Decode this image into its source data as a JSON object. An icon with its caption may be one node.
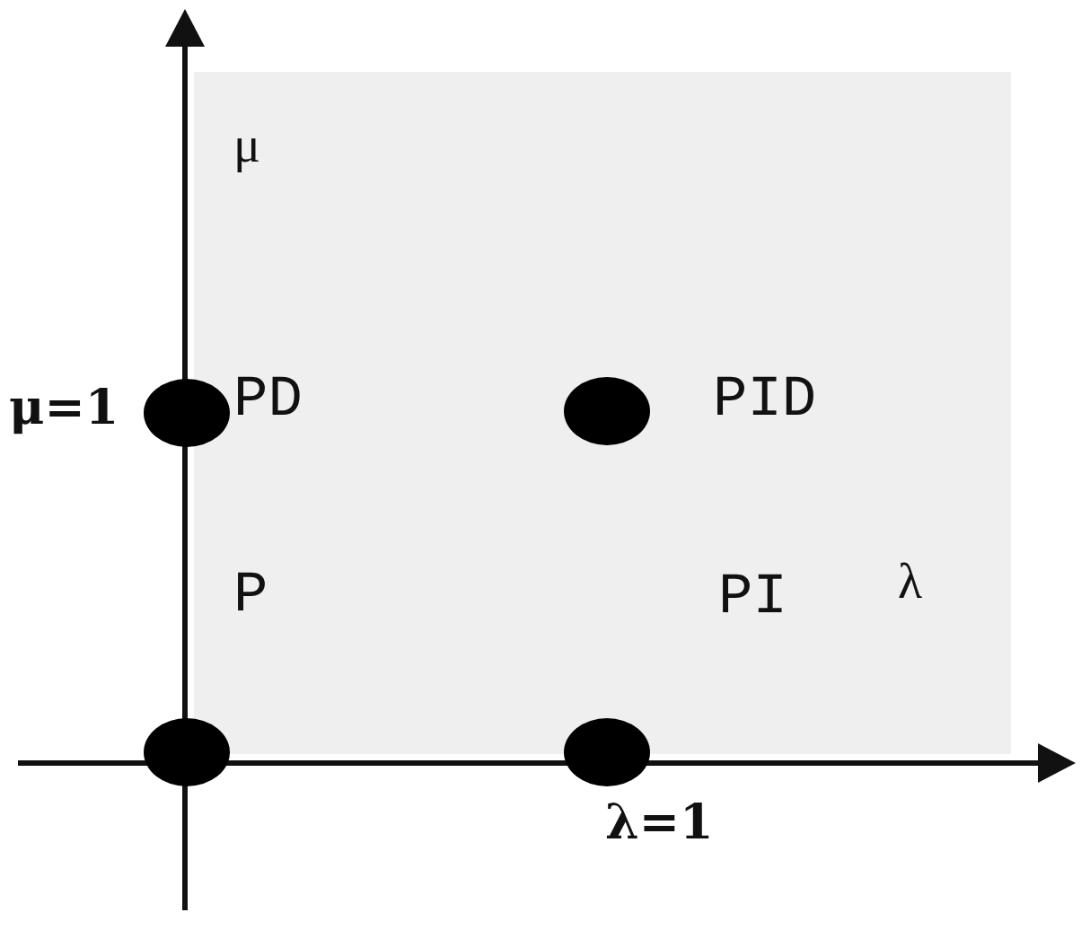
{
  "diagram": {
    "nodes": [
      {
        "text": [
          "μ",
          "PD",
          "PID",
          "P",
          "PI",
          "λ"
        ]
      }
    ],
    "labels": [
      "μ=1",
      "λ=1"
    ]
  }
}
